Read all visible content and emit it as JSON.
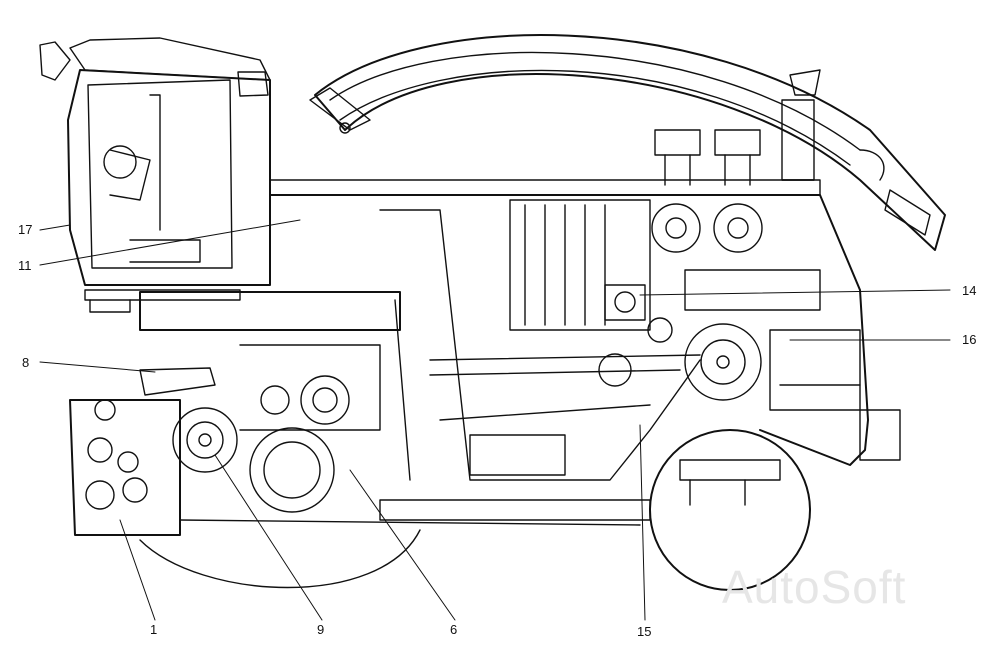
{
  "callouts": [
    "1",
    "6",
    "8",
    "9",
    "11",
    "14",
    "15",
    "16",
    "17"
  ],
  "watermark": "AutoSoft",
  "colors": {
    "ink": "#111111",
    "paper": "#ffffff",
    "watermark": "#e6e6e6"
  }
}
